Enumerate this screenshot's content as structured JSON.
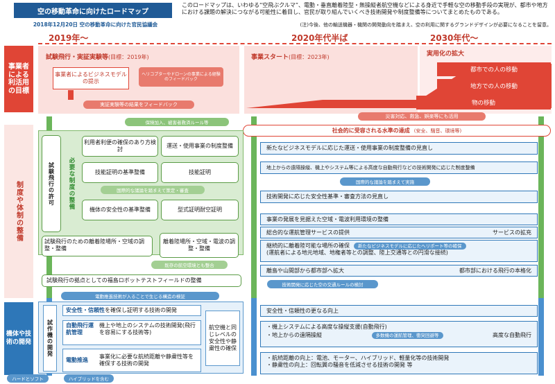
{
  "header": {
    "title": "空の移動革命に向けたロードマップ",
    "subtitle": "2018年12月20日 空の移動革命に向けた官民協議会",
    "intro": "このロードマップは、いわゆる“空飛ぶクルマ”、電動・垂直離着陸型・無操縦者航空機などによる身近で手軽な空の移動手段の実現が、都市や地方における課題の解決につながる可能性に着目し、官民が取り組んでいくべき技術開発や制度整備等についてまとめたものである。",
    "note": "(注)今後、他の輸送機器・機関の開発動向を踏まえ、空の利用に関するグランドデザインが必要になることを留意。"
  },
  "eras": [
    "2019年～",
    "2020年代半ば",
    "2030年代～"
  ],
  "sections": {
    "business": "事業者による利活用の目標",
    "system": "制度や体制の整備",
    "tech": "機体や技術の開発"
  },
  "business": {
    "phase1": "試験飛行・実証実験等",
    "phase1_goal": "(目標：2019年)",
    "phase2": "事業スタート",
    "phase2_goal": "(目標：2023年)",
    "phase3": "実用化の拡大",
    "model_box": "事業者によるビジネスモデルの提示",
    "feedback1": "ヘリコプターやドローンの事業による経験のフィードバック",
    "feedback2": "実証実験等の結果をフィードバック",
    "stair1": "都市での人の移動",
    "stair2": "地方での人の移動",
    "stair3": "物の移動",
    "disaster": "災害対応、救急、娯楽等にも活用"
  },
  "system": {
    "insurance": "保険加入、被害者救済ルール等",
    "social": "社会的に受容される水準の達成",
    "social_note": "(安全、騒音、環境等)",
    "test_permit": "試験飛行の許可",
    "needed": "必要な制度の整備",
    "user_resp": "利用者利便の確保のあり方検討",
    "transport": "運送・使用事業の制度整備",
    "skill_std": "技能証明の基準整備",
    "skill_cert": "技能証明",
    "intl1": "国際的な議論を踏まえて策定・審査",
    "airframe_std": "機体の安全性の基準整備",
    "type_cert": "型式証明耐空証明",
    "test_site": "試験飛行のための離着陸場所・空域の調整・整備",
    "site_airspace": "離着陸場所・空域・電波の調整・整備",
    "existing": "既存の航空環境とも整合",
    "fukushima": "試験飛行の拠点としての福島ロボットテストフィールドの整備",
    "r1": "新たなビジネスモデルに応じた運送・使用事業の制度整備の見直し",
    "r2": "地上からの遠隔操縦、機上やシステム等による高度な自動飛行などの技術開発に応じた制度整備",
    "intl2": "国際的な議論を踏まえて実施",
    "r3": "技術開発に応じた安全性基準・審査方法の見直し",
    "r4": "事業の発展を見据えた空域・電波利用環境の整備",
    "r5": "総合的な運航管理サービスの提供",
    "r5b": "サービスの拡充",
    "r6": "継続的に離着陸可能な場所の確保",
    "r6_pill": "新たなビジネスモデルに応じたヘリポート等の確保",
    "r6_sub": "(運航者による地元地域、地権者等との調整、陸上交通等との円滑な接続)",
    "r7": "離島や山間部から都市部へ拡大",
    "r7b": "都市部における飛行の本格化",
    "traffic_rule": "技術開発に応じた空の交通ルールの検討"
  },
  "tech": {
    "link": "電動推進技術が入ることで生じる構造の検証",
    "prototype": "試作機の開発",
    "safety_h": "安全性・信頼性",
    "safety_t": "を確保し証明する技術の開発",
    "auto_h": "自動飛行運航管理",
    "auto_t": "機上や地上のシステムの技術開発(飛行を容易にする技術等)",
    "elec_h": "電動推進",
    "elec_t": "事業化に必要な航続距離や静粛性等を確保する技術の開発",
    "same_level": "航空機と同じレベルの安全性や静粛性の確保",
    "hw_sw": "ハードとソフト",
    "hybrid": "ハイブリッドを含む",
    "r1": "安全性・信頼性の更なる向上",
    "r2": "・機上システムによる高度な操縦支援(自動飛行)",
    "r3": "・地上からの遠隔操縦",
    "r3_pill": "多数機の運航管理、衝突回避等",
    "r3b": "高度な自動飛行",
    "r4": "・航続距離の向上：電池、モーター、ハイブリッド、軽量化等の技術開発",
    "r5": "・静粛性の向上：回転翼の騒音を低減させる技術の開発 等"
  },
  "colors": {
    "red": "#e04536",
    "blue": "#2e77b8",
    "green": "#6bb55a"
  }
}
